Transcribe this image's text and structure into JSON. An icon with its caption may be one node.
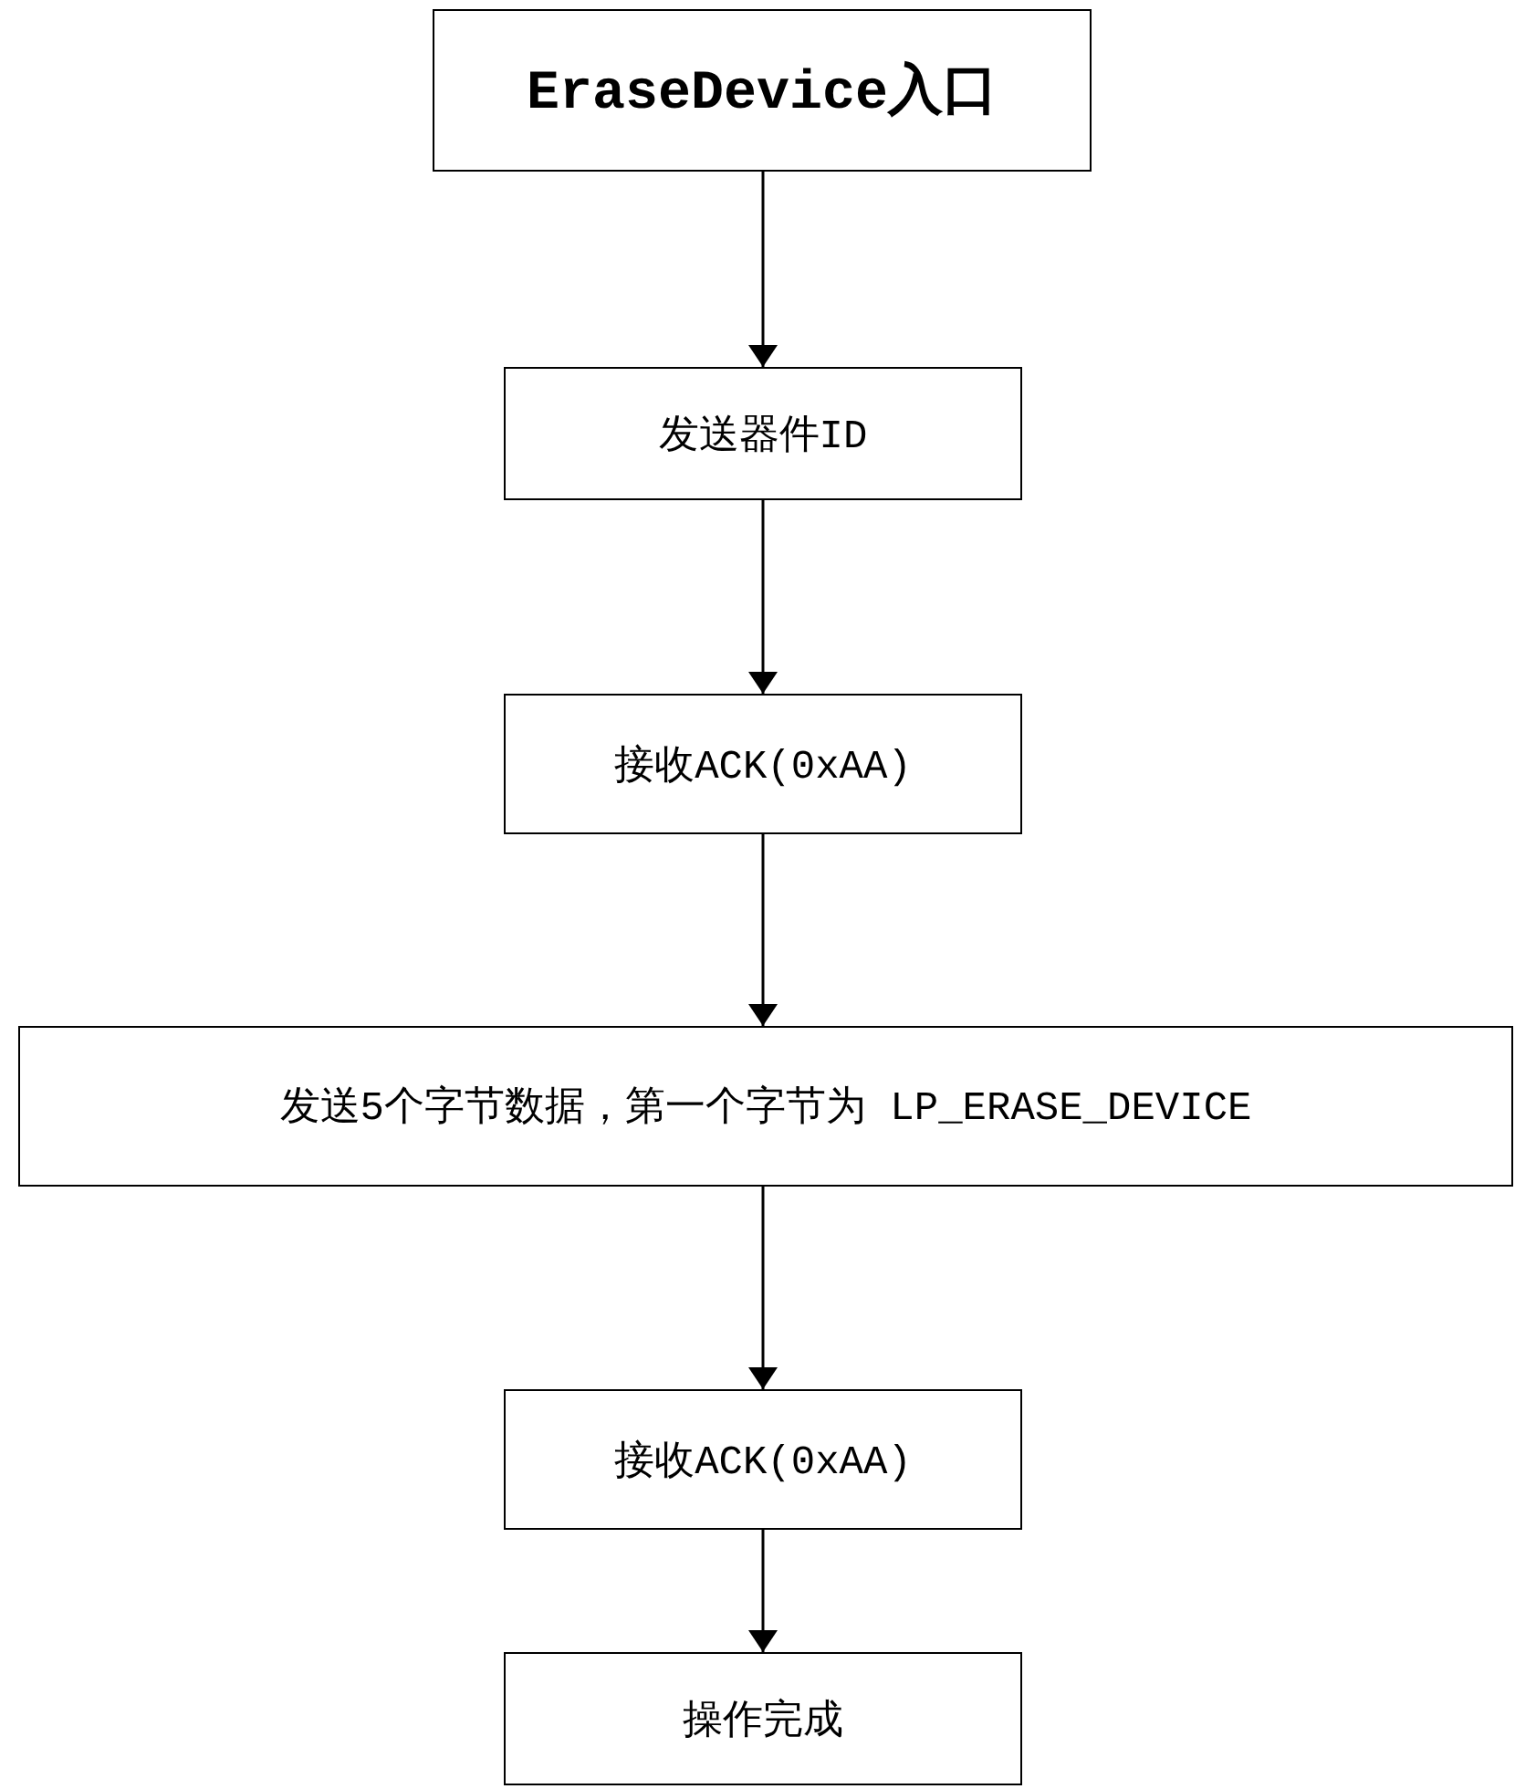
{
  "diagram": {
    "nodes": [
      {
        "text": [
          "EraseDevice入口"
        ]
      },
      {
        "text": [
          "发送器件ID"
        ]
      },
      {
        "text": [
          "接收ACK(0xAA)"
        ]
      },
      {
        "text": [
          "发送5个字节数据，第一个字节为 LP_ERASE_DEVICE"
        ]
      },
      {
        "text": [
          "接收ACK(0xAA)"
        ]
      },
      {
        "text": [
          "操作完成"
        ]
      }
    ],
    "edges": [
      {
        "from": 0,
        "to": 1,
        "arrow": "to"
      },
      {
        "from": 1,
        "to": 2,
        "arrow": "to"
      },
      {
        "from": 2,
        "to": 3,
        "arrow": "to"
      },
      {
        "from": 3,
        "to": 4,
        "arrow": "to"
      },
      {
        "from": 4,
        "to": 5,
        "arrow": "to"
      }
    ]
  }
}
